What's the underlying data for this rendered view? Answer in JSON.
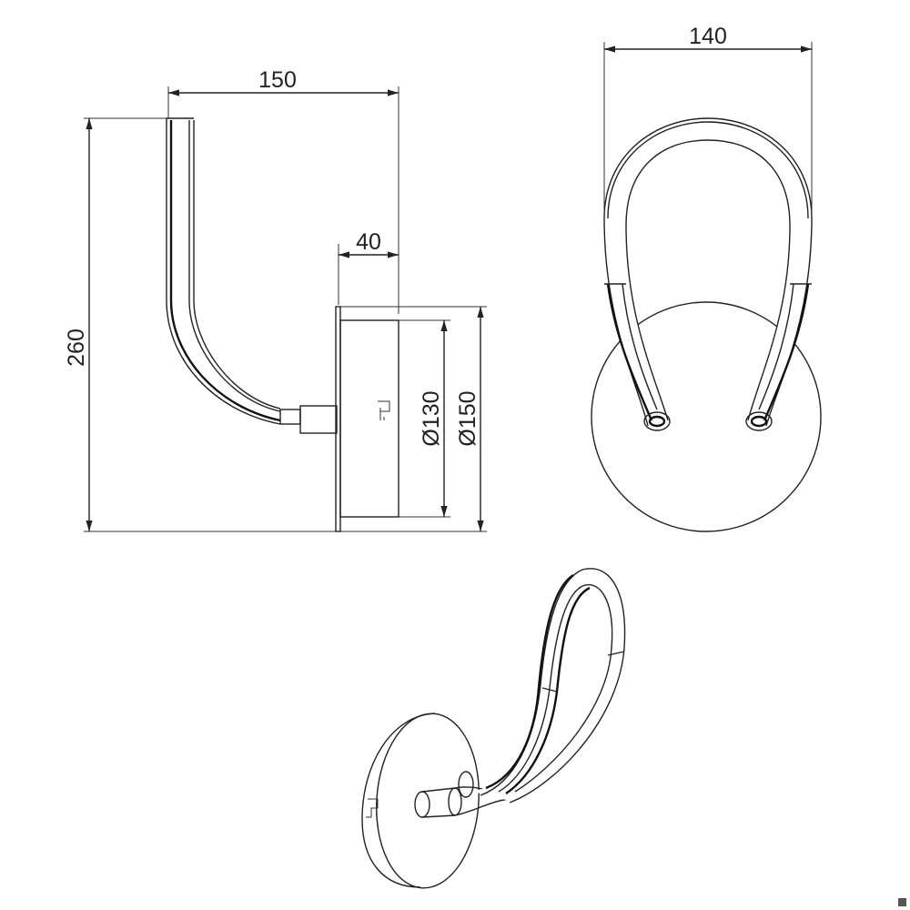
{
  "dimensions": {
    "side_width": "150",
    "side_height": "260",
    "base_depth": "40",
    "inner_diameter": "Ø130",
    "outer_diameter": "Ø150",
    "front_width": "140"
  }
}
